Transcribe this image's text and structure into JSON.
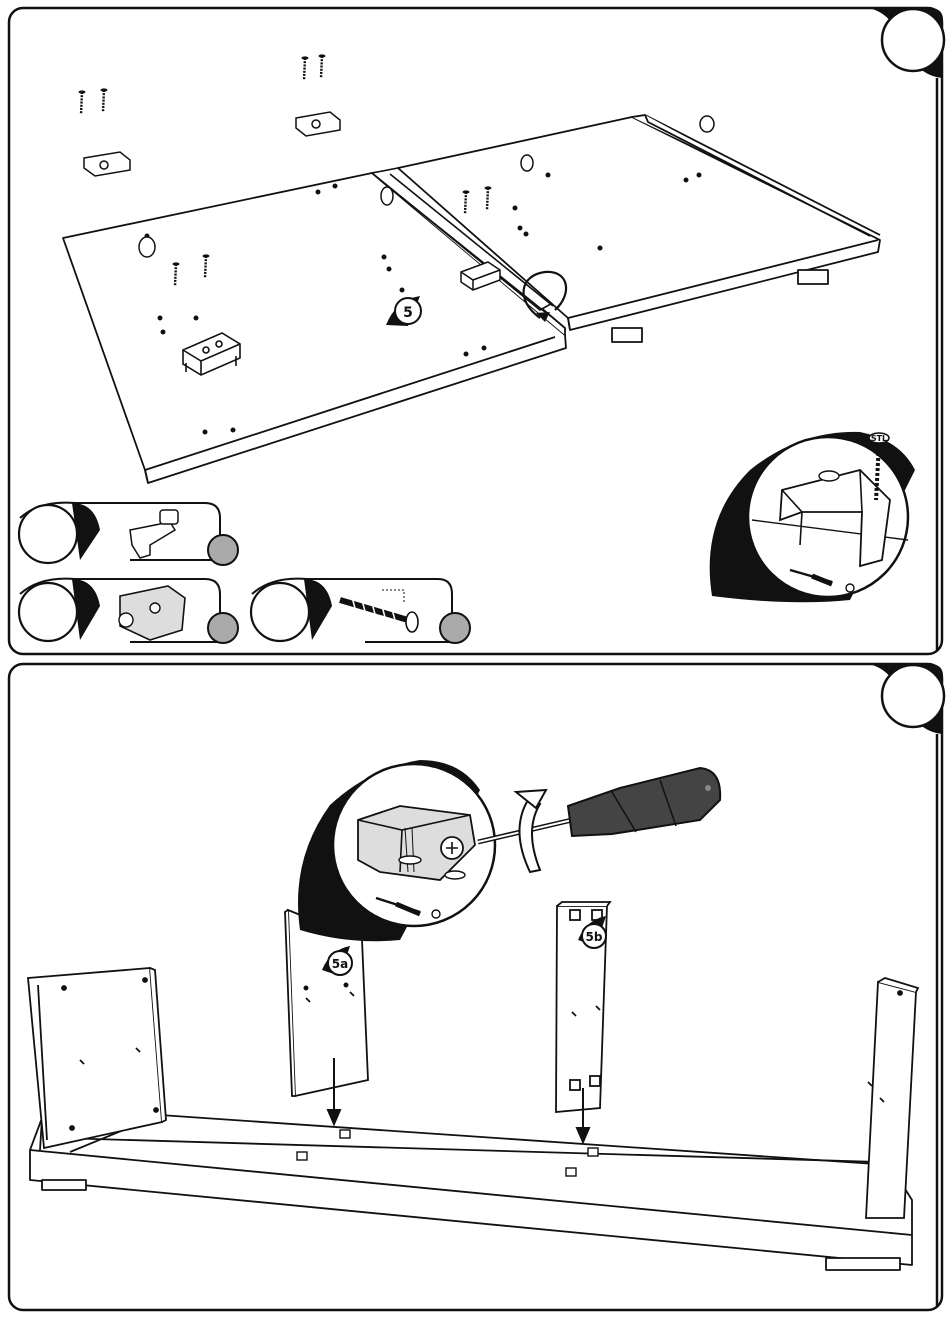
{
  "panel_top": {
    "step_number": "",
    "part_callout": "5",
    "hardware": [
      {
        "id": "shelf-support-peg",
        "qty_label": ""
      },
      {
        "id": "cam-connector-housing",
        "qty_label": ""
      },
      {
        "id": "wood-screw",
        "qty_label": ""
      }
    ],
    "detail_screw_label": "STL",
    "tool": "screwdriver-phillips"
  },
  "panel_bottom": {
    "step_number": "",
    "part_callout_left": "5a",
    "part_callout_right": "5b",
    "tool": "screwdriver-phillips"
  },
  "colors": {
    "ink": "#111111",
    "badge_fill": "#aaaaaa",
    "paper": "#ffffff"
  }
}
